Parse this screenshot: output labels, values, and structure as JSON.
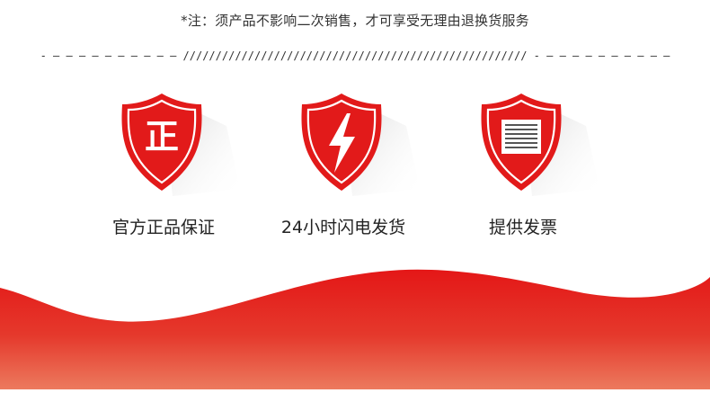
{
  "note": "*注：须产品不影响二次销售，才可享受无理由退换货服务",
  "divider": "- — — — — — — — — — — ///////////////////////////////////////////////////// - — — — — — — — — — —",
  "features": [
    {
      "label": "官方正品保证",
      "icon": "zheng-character-icon",
      "glyph": "正"
    },
    {
      "label": "24小时闪电发货",
      "icon": "lightning-bolt-icon"
    },
    {
      "label": "提供发票",
      "icon": "invoice-document-icon"
    }
  ],
  "colors": {
    "accent": "#e21a1a",
    "shadow": "#d8d8d8",
    "wave_top": "#e81c1c",
    "wave_bottom": "#ea6a52"
  }
}
